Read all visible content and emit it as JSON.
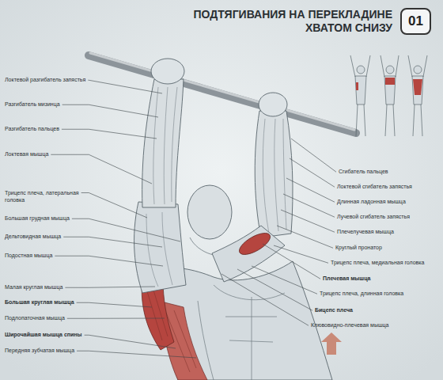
{
  "diagram": {
    "title": "ПОДТЯГИВАНИЯ НА ПЕРЕКЛАДИНЕ ХВАТОМ СНИЗУ",
    "nodes": [
      {
        "text": [
          "01"
        ]
      }
    ],
    "labels": [
      "Локтевой разгибатель запястья",
      "Разгибатель мизинца",
      "Разгибатель пальцев",
      "Локтевая мышца",
      "Трицепс плеча, латеральная головка",
      "Большая грудная мышца",
      "Дельтовидная мышца",
      "Подостная мышца",
      "Малая круглая мышца",
      "Большая круглая мышца",
      "Подлопаточная мышца",
      "Широчайшая мышца спины",
      "Передняя зубчатая мышца",
      "Сгибатель пальцев",
      "Локтевой сгибатель запястья",
      "Длинная ладонная мышца",
      "Лучевой сгибатель запястья",
      "Плечелучевая мышца",
      "Круглый пронатор",
      "Трицепс плеча, медиальная головка",
      "Плечевая мышца",
      "Трицепс плеча, длинная головка",
      "Бицепс плеча",
      "Клювовидно-плечевая мышца"
    ]
  }
}
